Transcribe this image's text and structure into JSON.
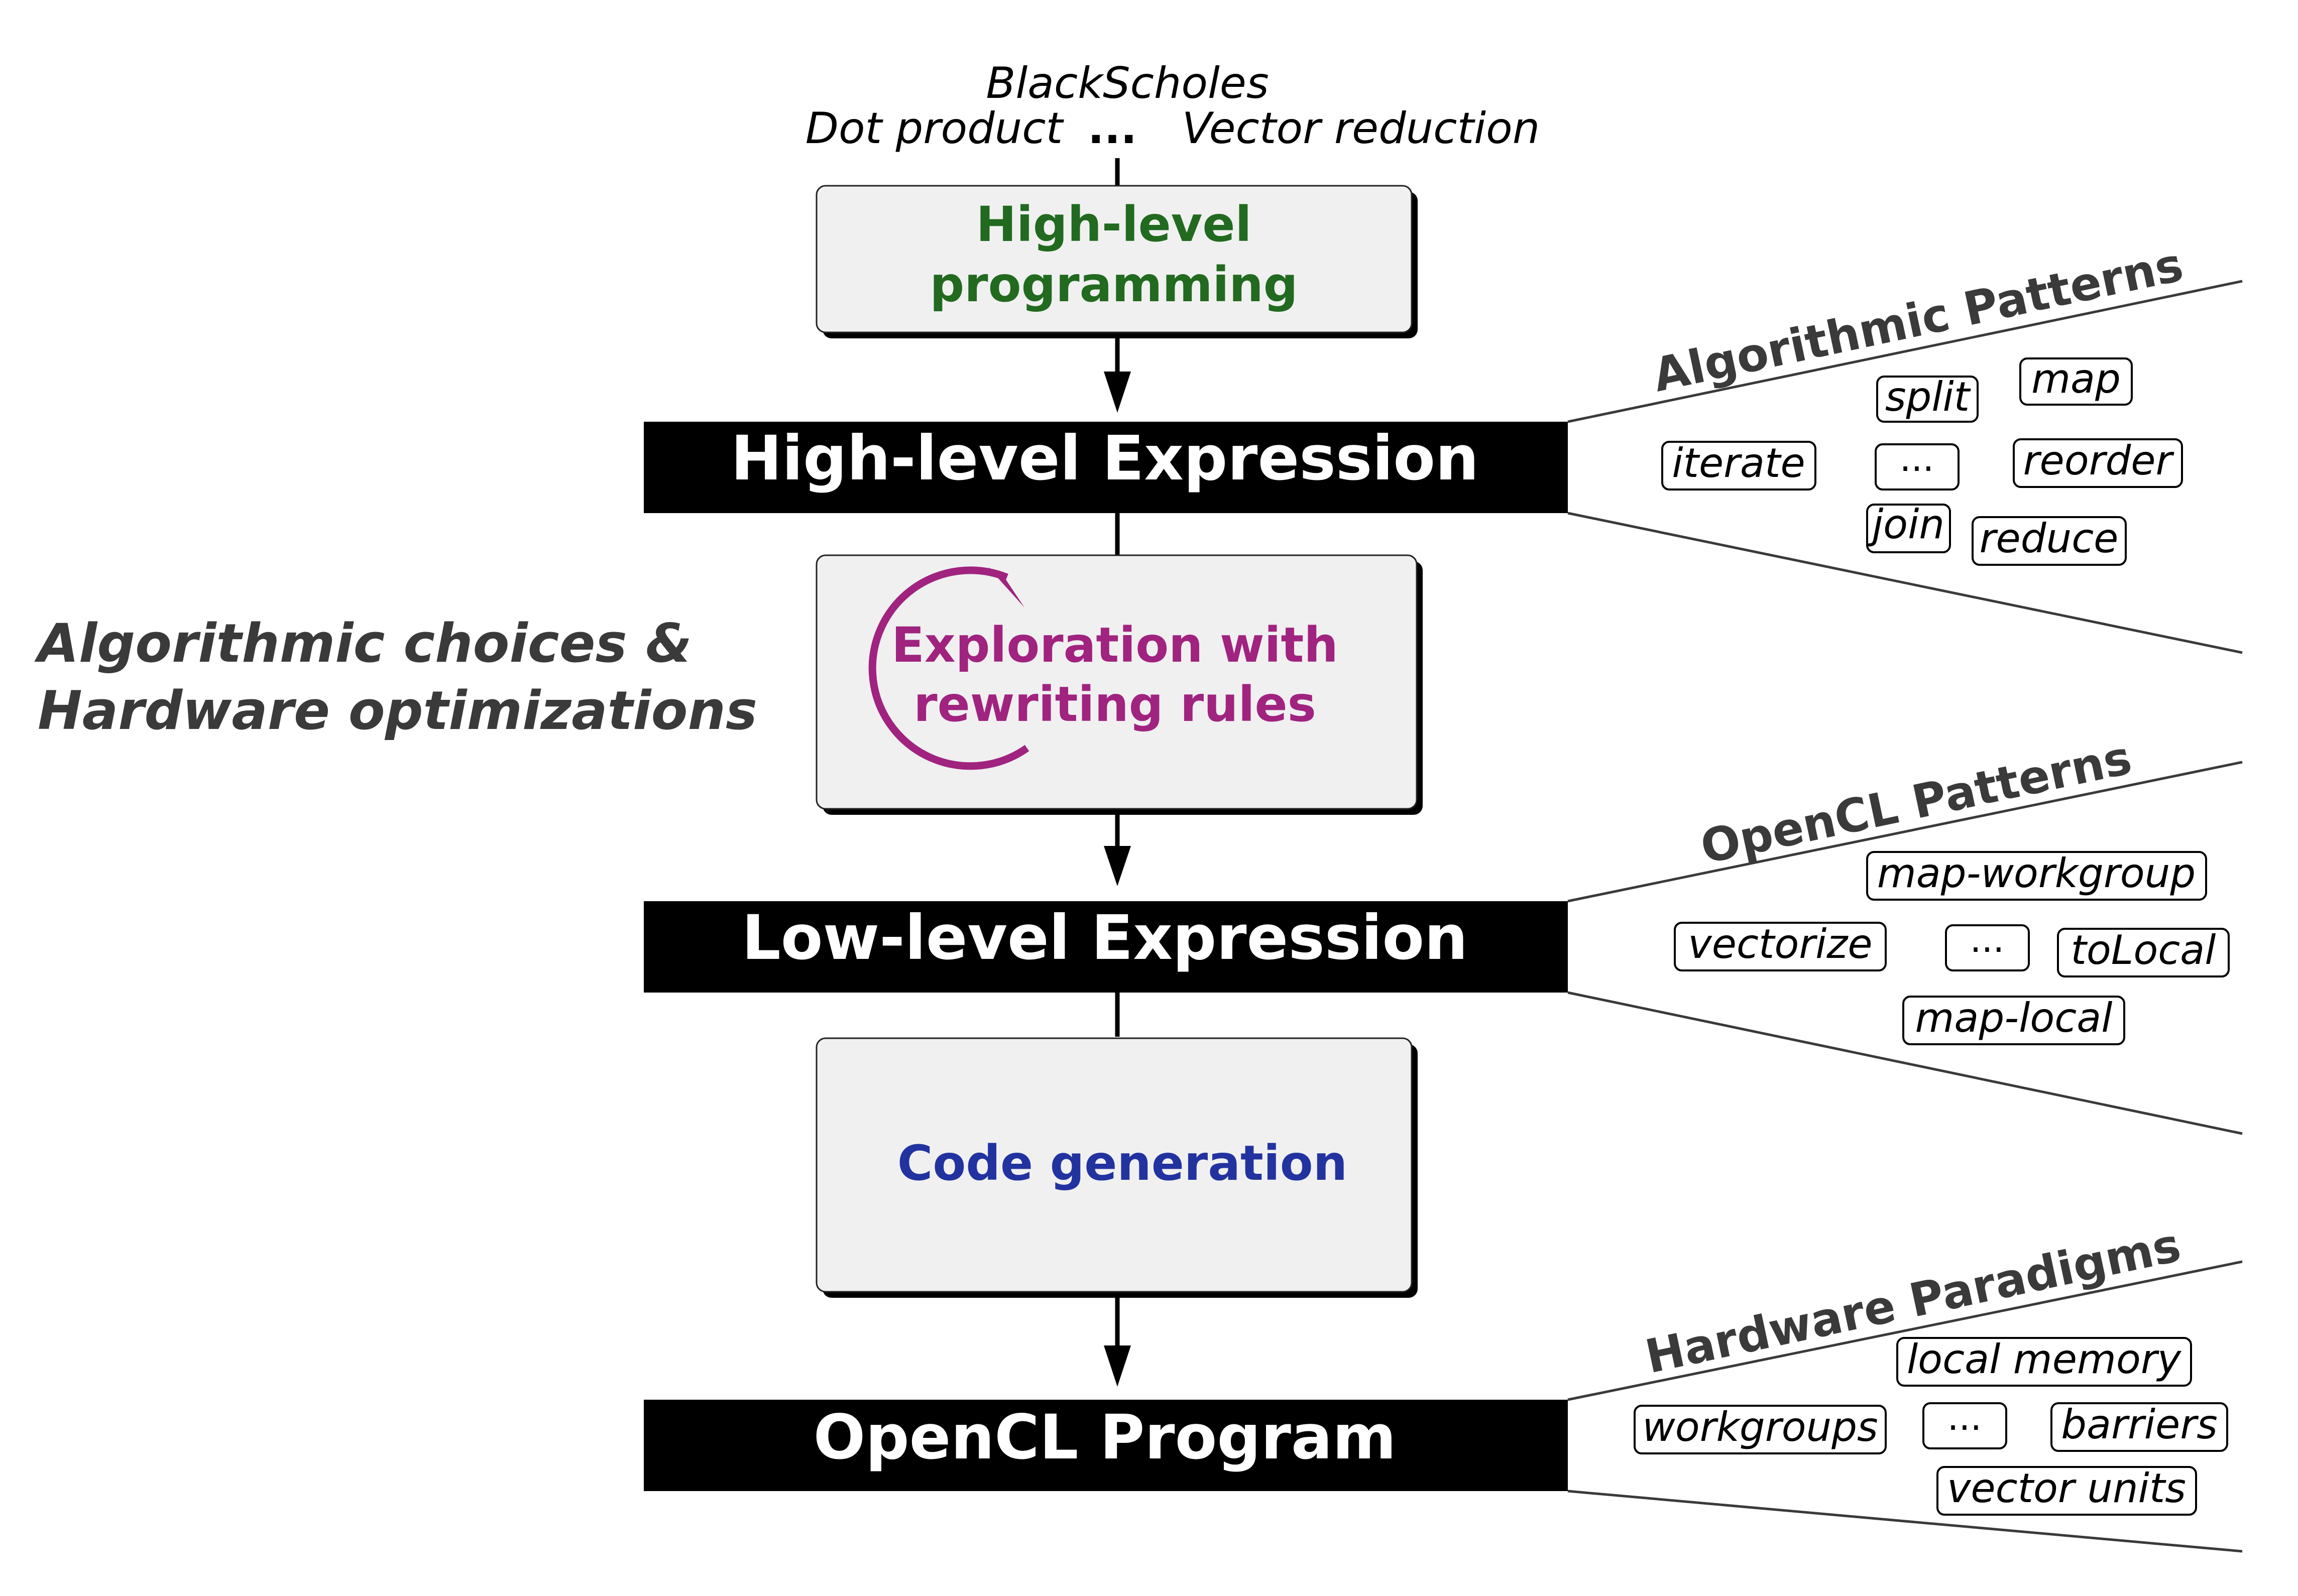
{
  "inputs": {
    "top": "BlackScholes",
    "left": "Dot product",
    "ellipsis": "...",
    "right": "Vector reduction"
  },
  "steps": {
    "high_level_programming": {
      "line1": "High-level",
      "line2": "programming",
      "color": "#216a1f"
    },
    "exploration": {
      "line1": "Exploration with",
      "line2": "rewriting rules",
      "color": "#a0237f"
    },
    "code_generation": {
      "label": "Code generation",
      "color": "#2233a0"
    }
  },
  "stages": {
    "high_level_expression": "High-level Expression",
    "low_level_expression": "Low-level Expression",
    "opencl_program": "OpenCL Program"
  },
  "side_caption": {
    "line1": "Algorithmic choices &",
    "line2": "Hardware optimizations"
  },
  "pattern_groups": {
    "algorithmic": {
      "title": "Algorithmic Patterns",
      "items": [
        "split",
        "map",
        "iterate",
        "...",
        "reorder",
        "join",
        "reduce"
      ]
    },
    "opencl": {
      "title": "OpenCL Patterns",
      "items": [
        "map-workgroup",
        "vectorize",
        "...",
        "toLocal",
        "map-local"
      ]
    },
    "hardware": {
      "title": "Hardware Paradigms",
      "items": [
        "local memory",
        "workgroups",
        "...",
        "barriers",
        "vector units"
      ]
    }
  },
  "colors": {
    "stage_fill": "#000000",
    "box_fill": "#f0f0f0",
    "heading_gray": "#3a3a3a"
  }
}
